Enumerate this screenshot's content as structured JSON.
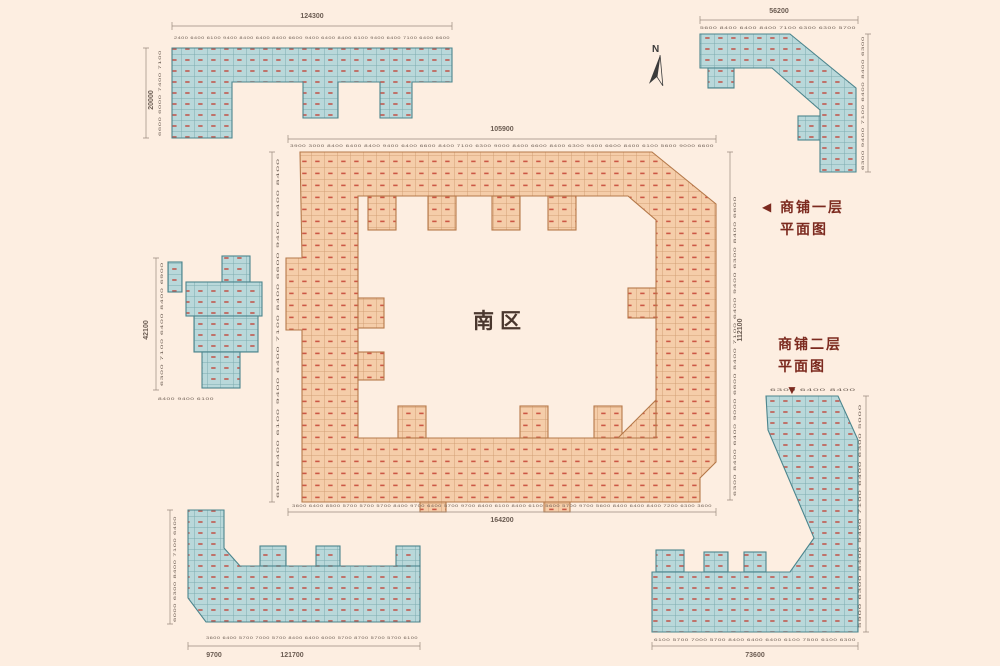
{
  "colors": {
    "background": "#fdeee1",
    "building_teal": "#b9d8da",
    "outline_teal": "#4c858d",
    "building_peach": "#f5cda9",
    "outline_peach": "#b5794a",
    "red_marks": "#c23a2c",
    "dim_line": "#9b8b7e",
    "dim_text": "#6b5c52",
    "label_dark": "#4a372e",
    "legend_red": "#7c2a1f",
    "north_dark": "#3b3b3b"
  },
  "labels": {
    "area": "南区",
    "north": "N"
  },
  "legend": {
    "first": {
      "arrow": "◀",
      "line1": "商铺一层",
      "line2": "平面图"
    },
    "second": {
      "line1": "商铺二层",
      "line2": "平面图",
      "arrow": "▼"
    }
  },
  "dimensions": {
    "top_left": {
      "total": "124300",
      "segments": "2400 6400 6100 9400 8400 6400 8400 6600 9400 6400 8400 6100 9400 6400 7100 6400 6600",
      "left_total": "20000",
      "left_segments": "6600 6000 7400 7100"
    },
    "top_right": {
      "total": "56200",
      "segments": "5600 8400 6400 8400 7100 6300 6300 5700",
      "right_segments": "6300 9400 7100 6400 8400 6300"
    },
    "center": {
      "top_total": "105900",
      "top_segments": "3900 3000 8400 6400 8400 9400 6400 6600 8400 7100 6300 9000 8400 6600 8400 6300 9400 6600 8400 6100 5600 9000 6600",
      "bottom_total": "164200",
      "bottom_segments": "3600 6400 8500 5700 5700 5700 8400 9700 6400 5700 9700 8400 6100 8400 6100 5600 5700 9700 5600 8400 6400 8400 7200 6300 3600",
      "right_total": "112100",
      "right_segments": "6300 8400 6400 9000 6600 8400 7100 6400 9400 6300 8400 6600",
      "left_segments": "6600 8400 6100 9400 6400 7100 8400 6600 9400 6400 8400"
    },
    "left": {
      "total": "42100",
      "segments": "6300 7100 6400 8400 6900",
      "bottom_segments": "8400 9400 6100"
    },
    "bottom_left": {
      "total": "121700",
      "sub_total": "9700",
      "segments": "3600 6400 5700 7000 5700 8400 6400 6000 5700 8700 5700 5700 6100",
      "left_segments": "6000 6300 8400 7100 6400"
    },
    "bottom_right": {
      "total": "73600",
      "segments": "6100 5700 7000 5700 8400 6400 6400 6100 7500 6100 6300",
      "right_segments": "5900 6300 8400 9400 7100 6400 6300 5000",
      "top_segments": "6300 6400 8400"
    }
  }
}
